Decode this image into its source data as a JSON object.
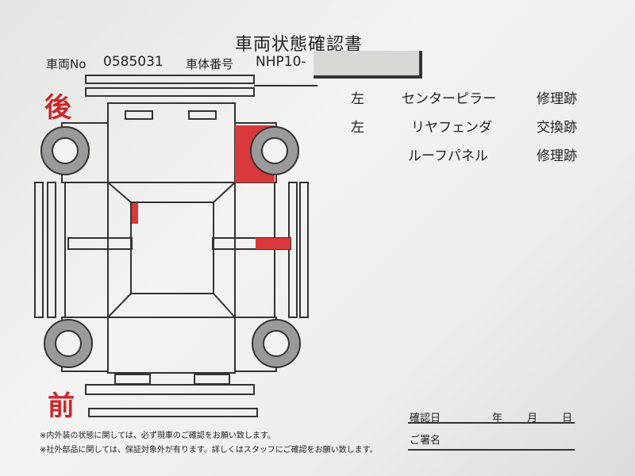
{
  "header": {
    "title": "車両状態確認書",
    "vehicle_no_label": "車両No",
    "vehicle_no_value": "0585031",
    "chassis_label": "車体番号",
    "chassis_value": "NHP10-"
  },
  "diagram": {
    "rear_label": "後",
    "front_label": "前",
    "highlight_color": "#d9393c"
  },
  "damage_list": [
    {
      "side": "左",
      "part": "センターピラー",
      "status": "修理跡"
    },
    {
      "side": "左",
      "part": "リヤフェンダ",
      "status": "交換跡"
    },
    {
      "side": "",
      "part": "ルーフパネル",
      "status": "修理跡"
    }
  ],
  "footer": {
    "note1": "※内外装の状態に関しては、必ず現車のご確認をお願い致します。",
    "note2": "※社外部品に関しては、保証対象外が有ります。詳しくはスタッフにご確認をお願い致します。",
    "confirm_date_label": "確認日",
    "year": "年",
    "month": "月",
    "day": "日",
    "signature_label": "ご署名"
  }
}
